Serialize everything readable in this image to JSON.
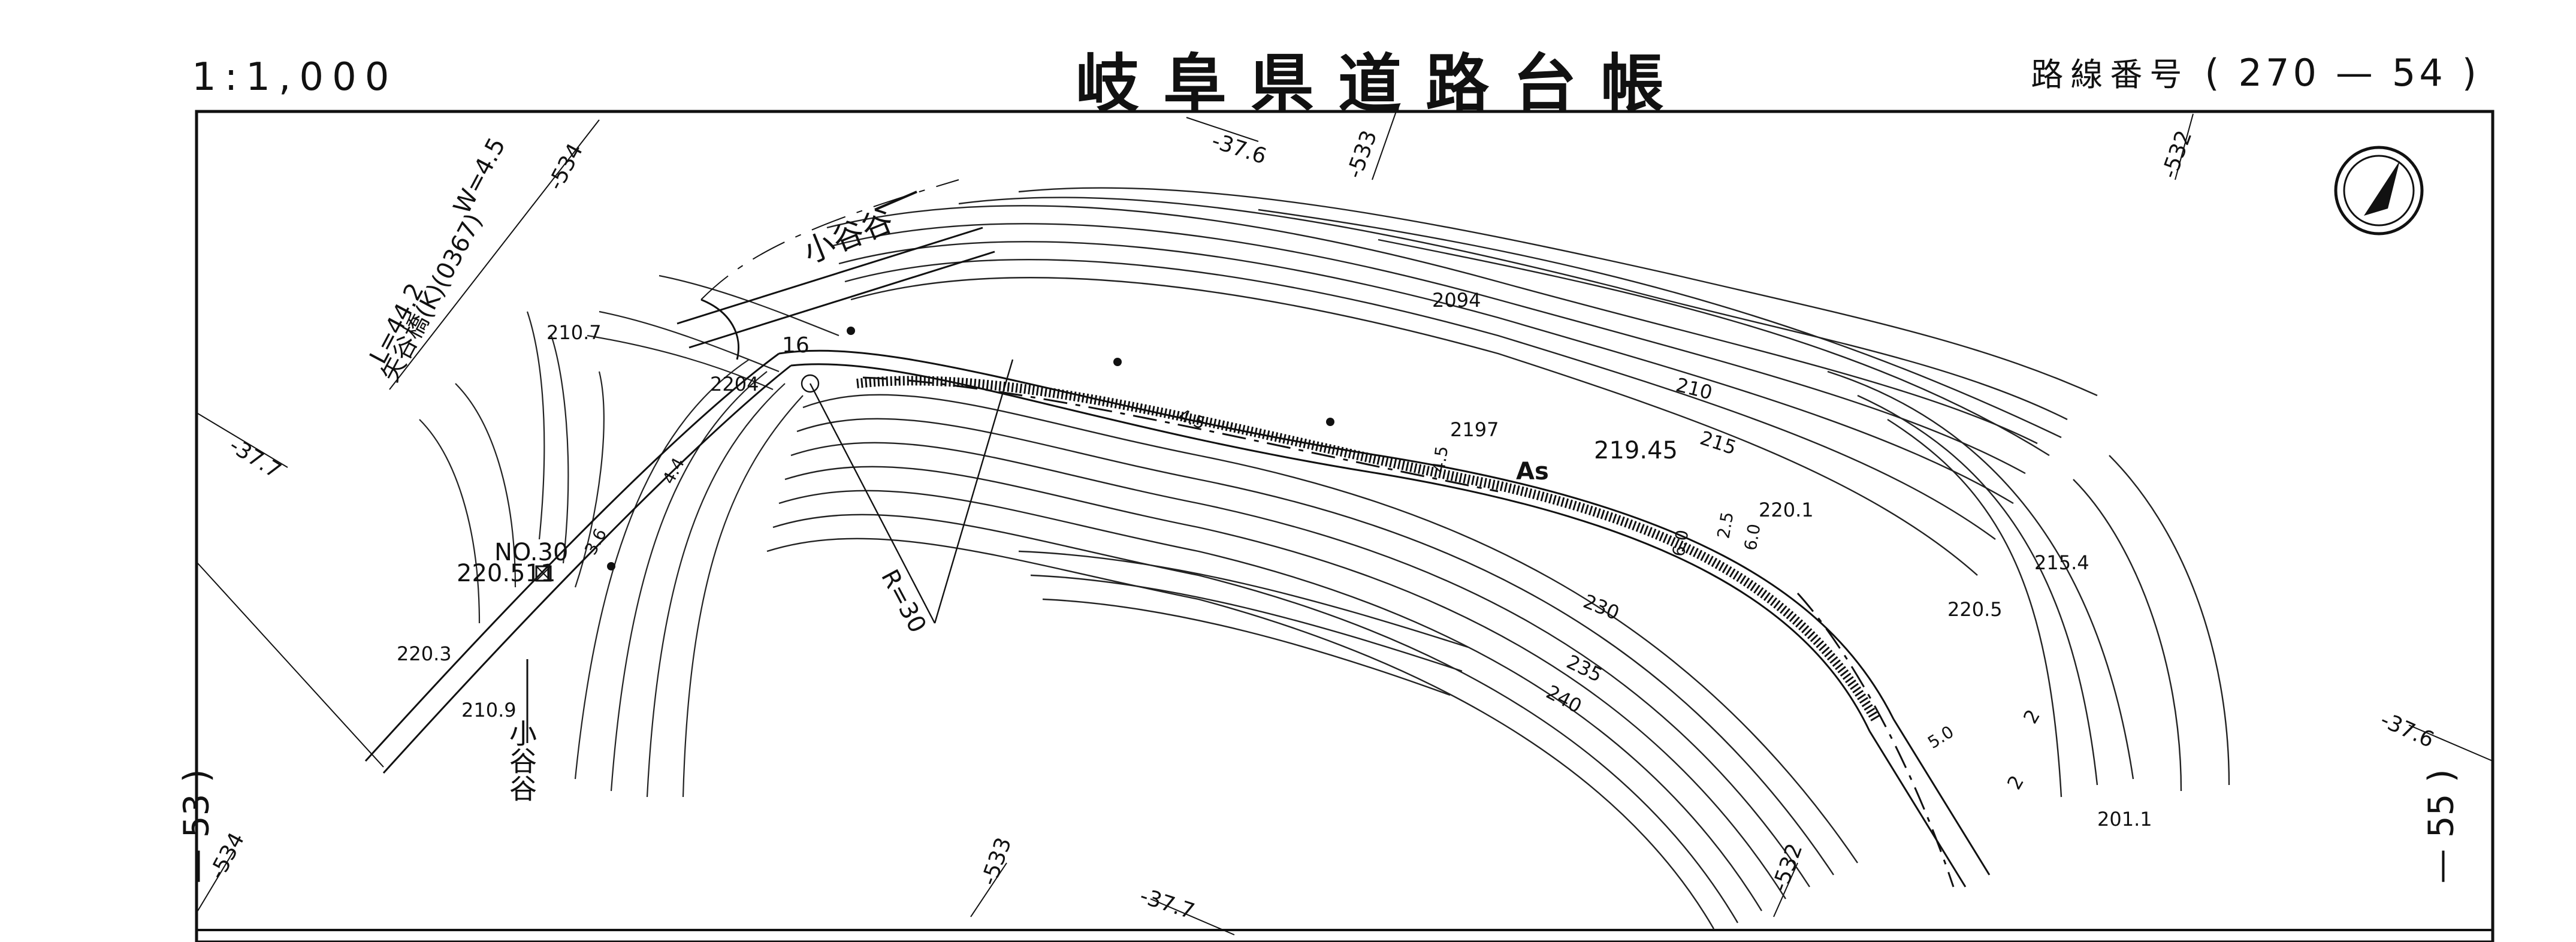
{
  "header": {
    "scale": "1:1,000",
    "title": "岐阜県道路台帳",
    "route_label": "路線番号",
    "route_open": "(",
    "route_number": "270",
    "route_dash": "—",
    "route_section": "54",
    "route_close": ")"
  },
  "sheet_refs": {
    "left": "— 53 )",
    "right": "— 55 )"
  },
  "map": {
    "north_arrow": "north-arrow-icon",
    "stream_name_upper": "小谷谷",
    "stream_name_lower": "小谷谷",
    "bridge_name": "矢谷橋(K)(0367)",
    "bridge_length": "L=44.2",
    "bridge_width": "W=4.5",
    "station": "NO.30",
    "station_elev": "220.511",
    "curve_radius": "R=30",
    "road_elev": "219.45",
    "surface": "As",
    "grid_labels": [
      "-37.6",
      "-533",
      "-532",
      "-534",
      "-37.7",
      "-37.6",
      "-533",
      "-37.7",
      "-534",
      "-532"
    ],
    "spot_heights": [
      "210.7",
      "2094",
      "2204",
      "2197",
      "220.1",
      "215.4",
      "220.5",
      "220.3",
      "210.9",
      "201.1"
    ],
    "contour_labels": [
      "210",
      "215",
      "230",
      "235",
      "240"
    ],
    "dims": [
      "4.4",
      "4.5",
      "5.0",
      "6.0",
      "3.6",
      "4.5",
      "2.5",
      "6.0"
    ],
    "marks": [
      "16",
      "2",
      "2"
    ]
  }
}
